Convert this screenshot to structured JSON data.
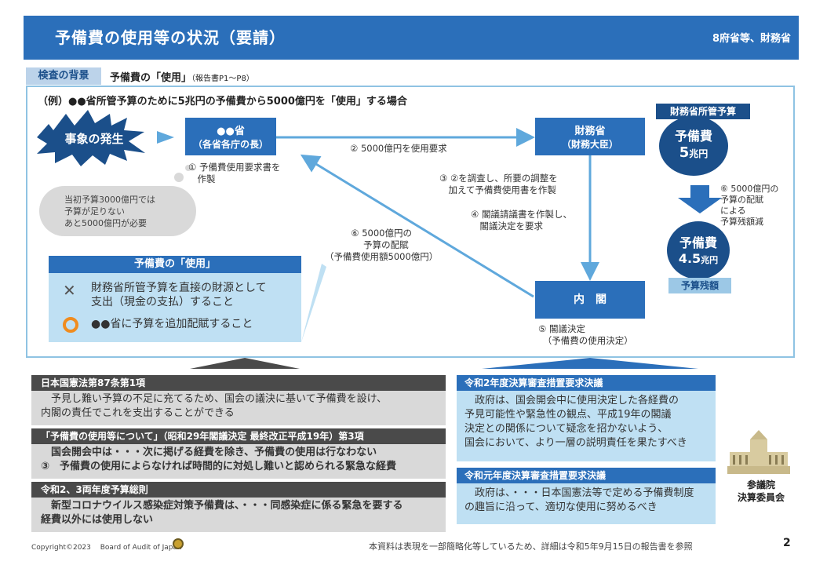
{
  "header": {
    "title": "予備費の使用等の状況（要請）",
    "right": "8府省等、財務省"
  },
  "background": {
    "tag": "検査の背景",
    "title": "予備費の「使用」",
    "ref": "（報告書P1～P8）"
  },
  "example": "（例）●●省所管予算のために5兆円の予備費から5000億円を「使用」する場合",
  "event": "事象の発生",
  "ministry": {
    "line1": "●●省",
    "line2": "（各省各庁の長）"
  },
  "mof": {
    "line1": "財務省",
    "line2": "（財務大臣）"
  },
  "cabinet": "内　閣",
  "steps": {
    "s1": "① 予備費使用要求書を\n　作製",
    "s2": "② 5000億円を使用要求",
    "s3": "③ ②を調査し、所要の調整を\n　加えて予備費使用書を作製",
    "s4": "④ 閣議請議書を作製し、\n　閣議決定を要求",
    "s5": "⑤ 閣議決定\n　（予備費の使用決定）",
    "s6": "⑥ 5000億円の\n　予算の配賦\n（予備費使用額5000億円）",
    "s6b": "⑥ 5000億円の\n予算の配賦\nによる\n予算残額減"
  },
  "cloud": {
    "l1": "当初予算3000億円では",
    "l2": "予算が足りない",
    "l3": "あと5000億円が必要"
  },
  "usage": {
    "head": "予備費の「使用」",
    "x_text": "財務省所管予算を直接の財源として\n支出（現金の支払）すること",
    "o_text": "●●省に予算を追加配賦すること"
  },
  "mof_budget": {
    "label": "財務省所管予算",
    "before_title": "予備費",
    "before_amount": "5",
    "before_unit": "兆円",
    "after_title": "予備費",
    "after_amount": "4.5",
    "after_unit": "兆円",
    "after_label": "予算残額"
  },
  "laws": [
    {
      "head": "日本国憲法第87条第1項",
      "body": "　予見し難い予算の不足に充てるため、国会の議決に基いて予備費を設け、\n内閣の責任でこれを支出することができる"
    },
    {
      "head": "「予備費の使用等について」（昭和29年閣議決定 最終改正平成19年）第3項",
      "body": "　国会開会中は・・・次に掲げる経費を除き、予備費の使用は行なわない\n③　予備費の使用によらなければ時間的に対処し難いと認められる緊急な経費"
    },
    {
      "head": "令和2、3両年度予算総則",
      "body": "　新型コロナウイルス感染症対策予備費は、・・・同感染症に係る緊急を要する\n経費以外には使用しない"
    }
  ],
  "resolutions": [
    {
      "head": "令和2年度決算審査措置要求決議",
      "body": "　政府は、国会開会中に使用決定した各経費の\n予見可能性や緊急性の観点、平成19年の閣議\n決定との関係について疑念を招かないよう、\n国会において、より一層の説明責任を果たすべき"
    },
    {
      "head": "令和元年度決算審査措置要求決議",
      "body": "　政府は、・・・日本国憲法等で定める予備費制度\nの趣旨に沿って、適切な使用に努めるべき"
    }
  ],
  "committee": "参議院\n決算委員会",
  "footer": {
    "copyright": "Copyright©2023　 Board of Audit of Japan",
    "note": "本資料は表現を一部簡略化等しているため、詳細は令和5年9月15日の報告書を参照",
    "page": "2"
  },
  "colors": {
    "primary": "#2b6fba",
    "dark": "#1b4f8a",
    "light": "#bfe0f3",
    "arrow": "#5fa8dc"
  }
}
